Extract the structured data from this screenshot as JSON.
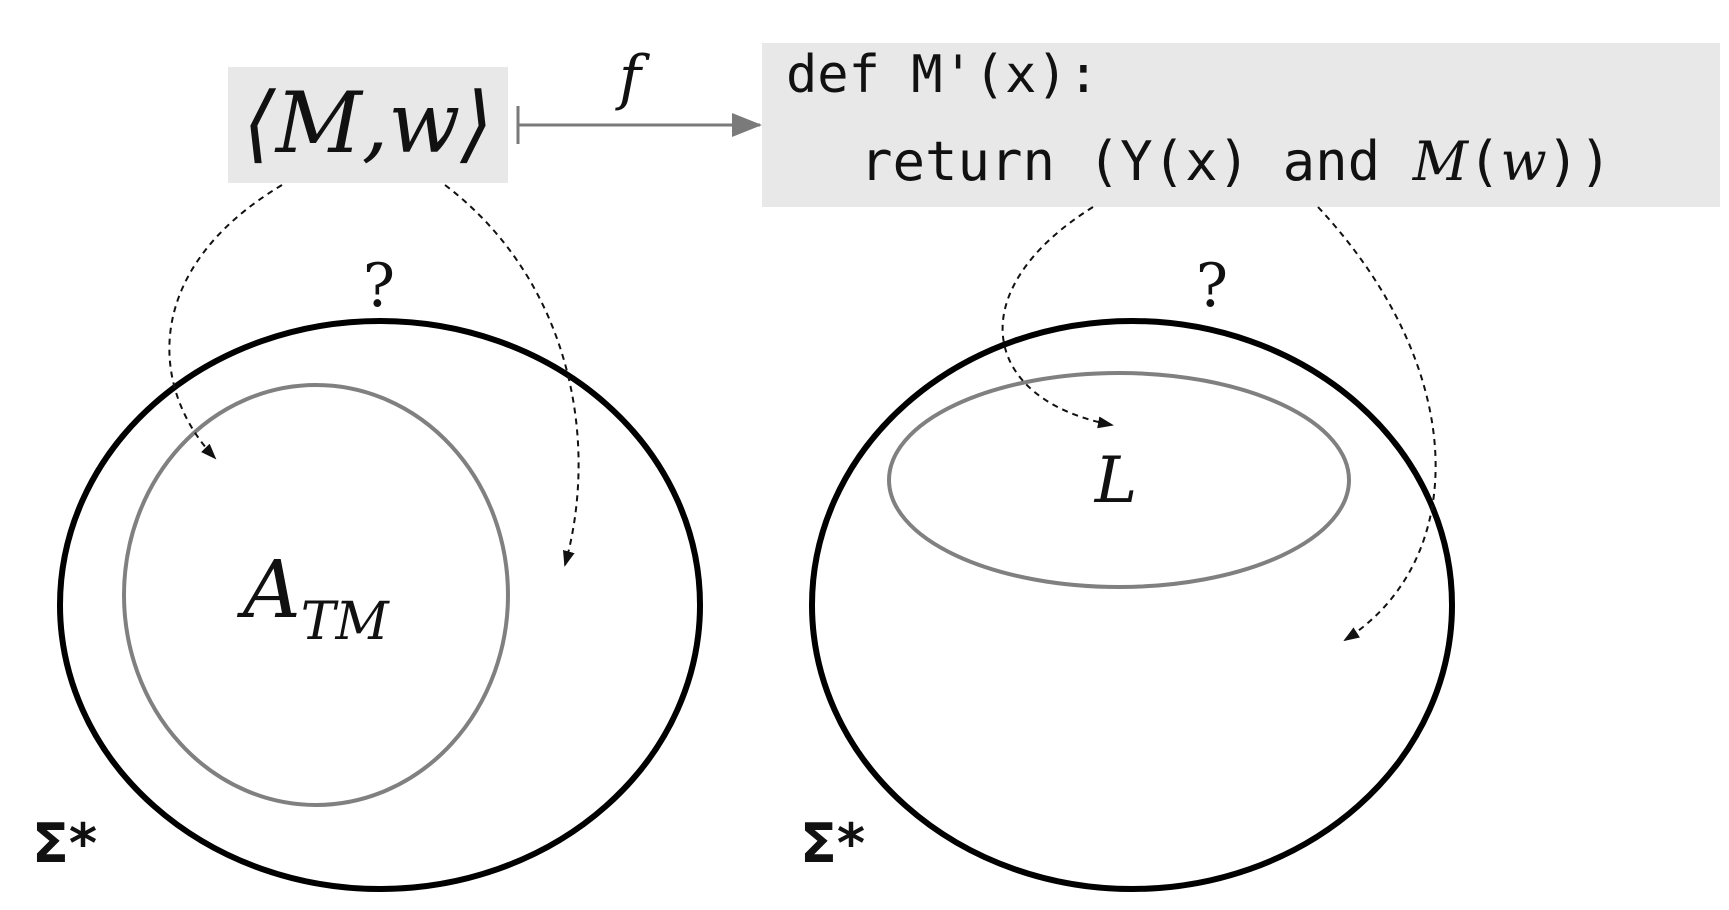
{
  "input_box": {
    "text": "⟨M,w⟩"
  },
  "mapping": {
    "label": "f"
  },
  "code_box": {
    "line1": "def M'(x):",
    "line2_prefix": "return (Y(x) and ",
    "line2_func": "M",
    "line2_open": "(",
    "line2_arg": "w",
    "line2_close": "))"
  },
  "left_set": {
    "universe_label": "Σ*",
    "inner_label_main": "A",
    "inner_label_sub": "TM",
    "question": "?"
  },
  "right_set": {
    "universe_label": "Σ*",
    "inner_label": "L",
    "question": "?"
  },
  "colors": {
    "box_fill": "#e8e8e8",
    "outer_ellipse": "#000000",
    "inner_ellipse": "#808080",
    "arrow": "#7a7a7a"
  }
}
